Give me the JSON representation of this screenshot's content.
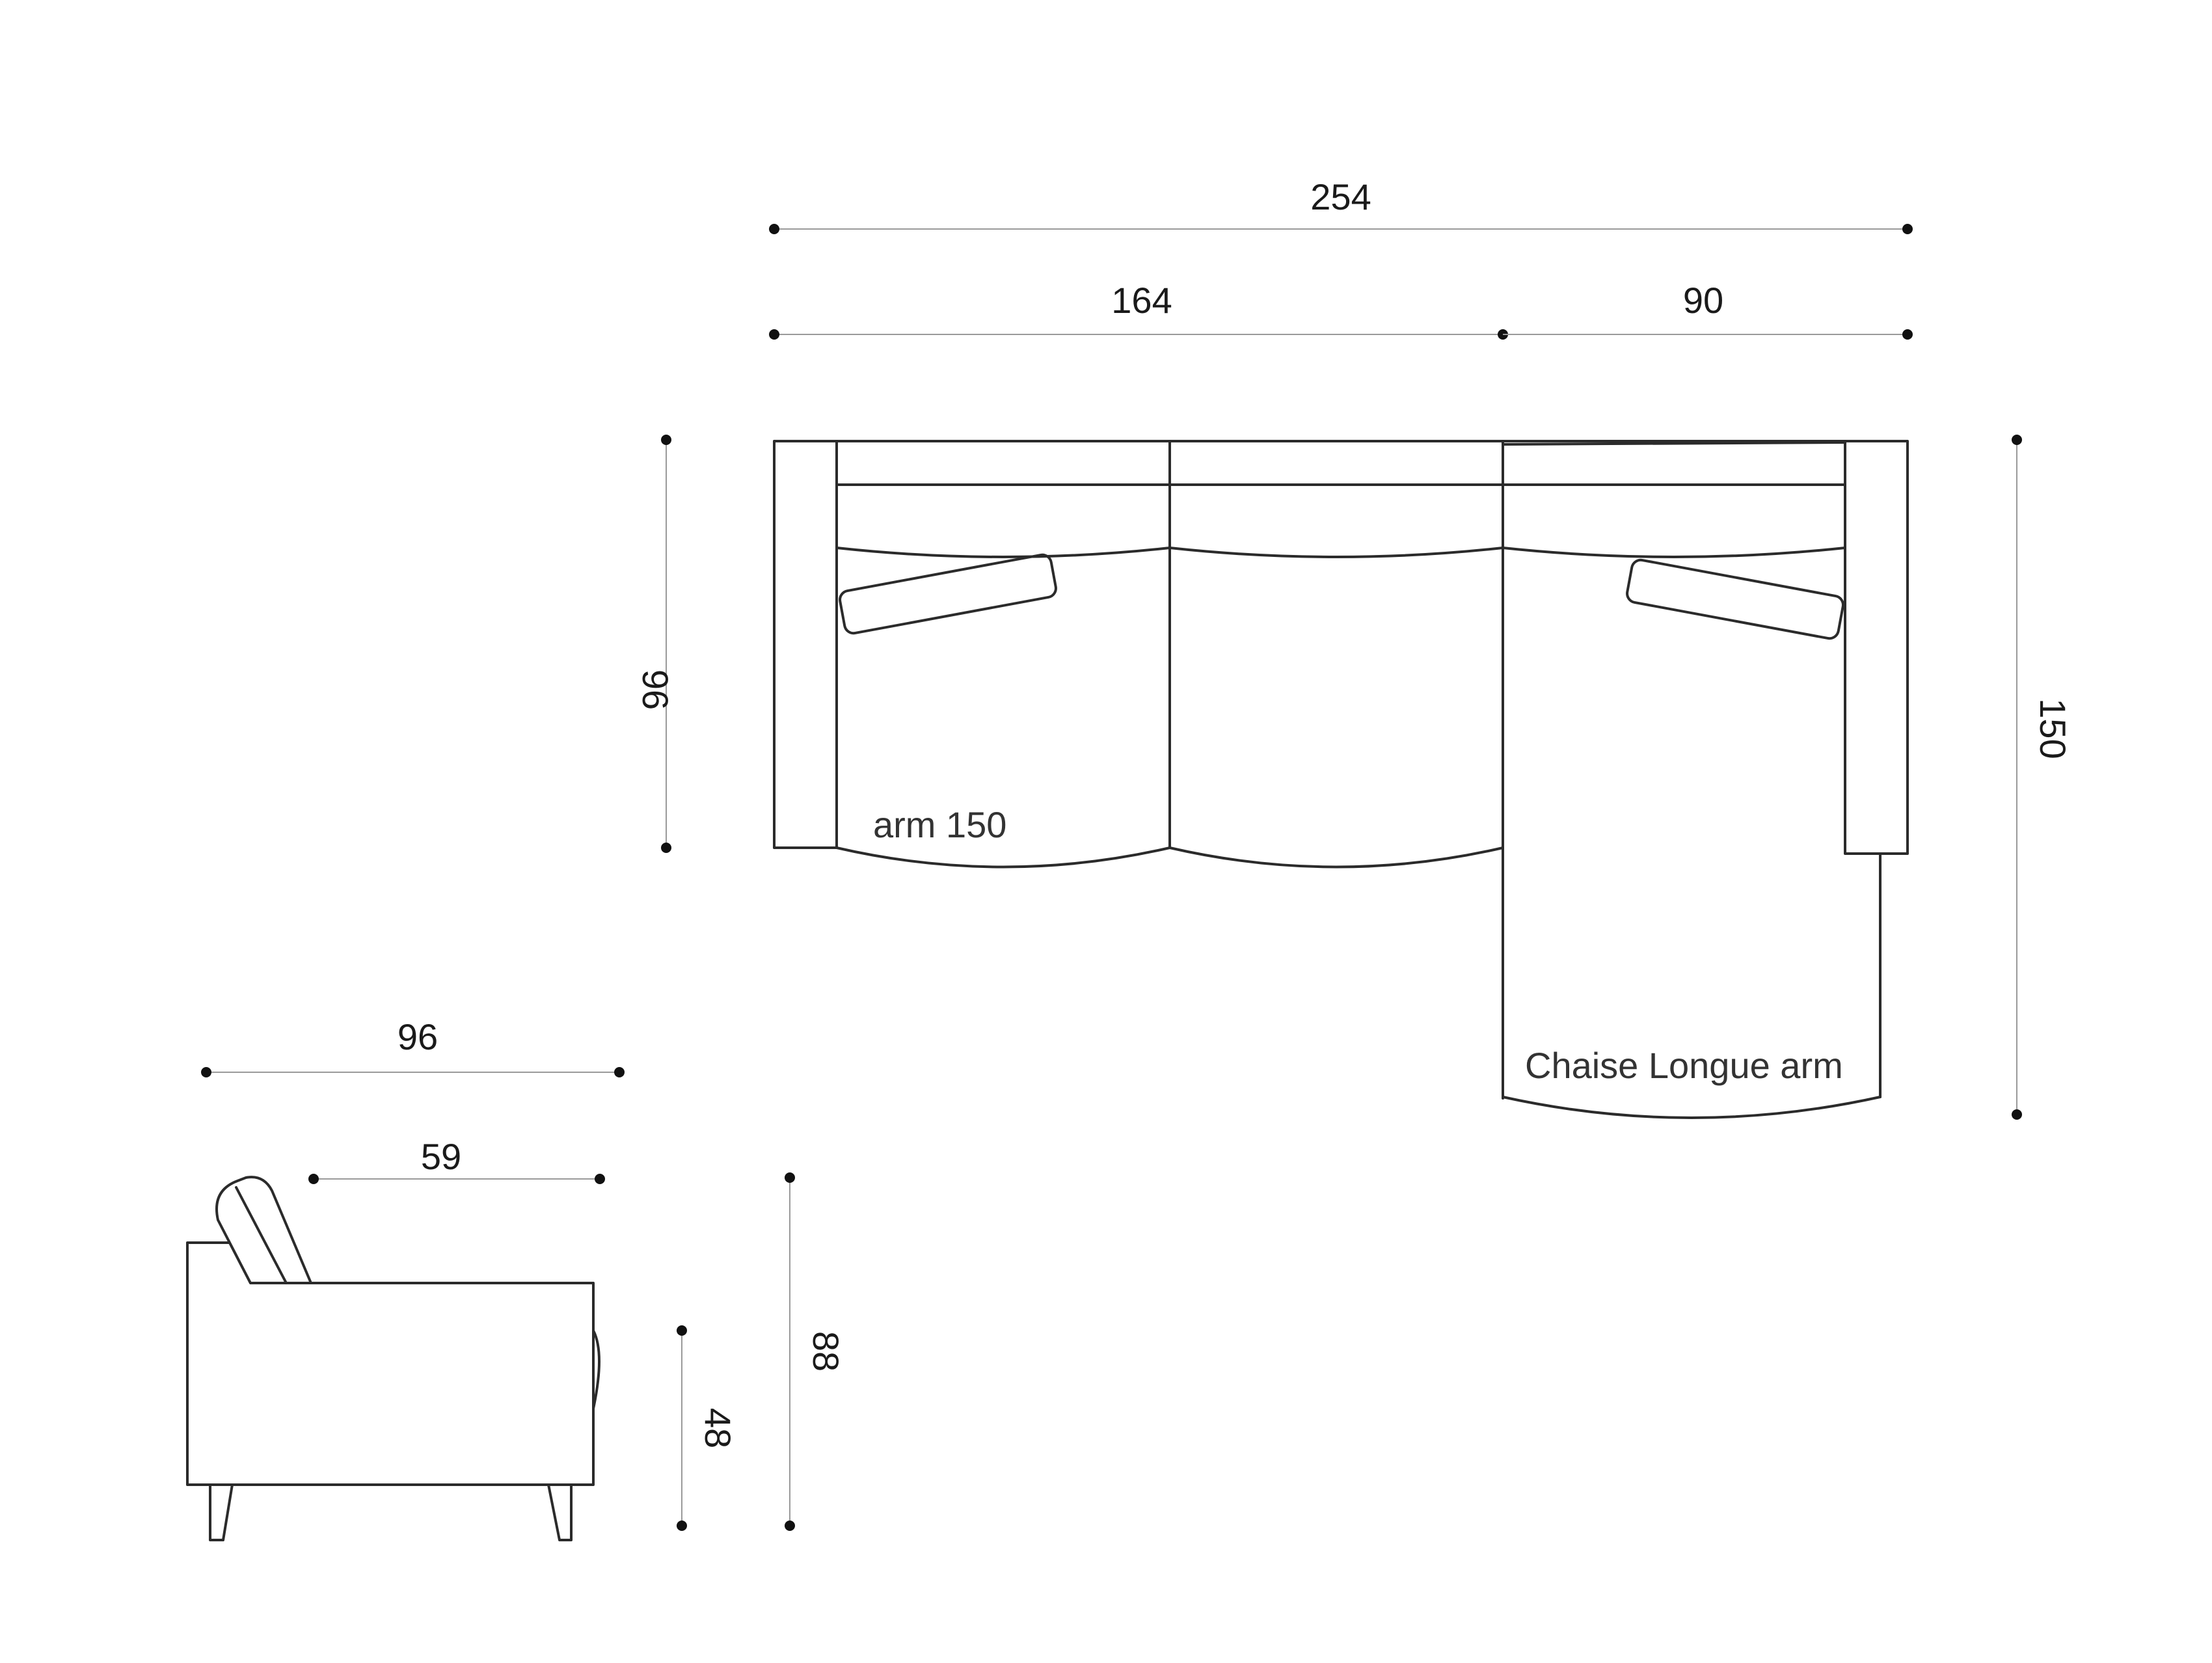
{
  "dimensions": {
    "total_width": "254",
    "main_section_width": "164",
    "chaise_width": "90",
    "main_depth": "96",
    "chaise_depth": "150",
    "side_depth": "96",
    "seat_depth": "59",
    "total_height": "88",
    "seat_height": "48"
  },
  "labels": {
    "arm_label": "arm 150",
    "chaise_label": "Chaise Longue arm"
  }
}
